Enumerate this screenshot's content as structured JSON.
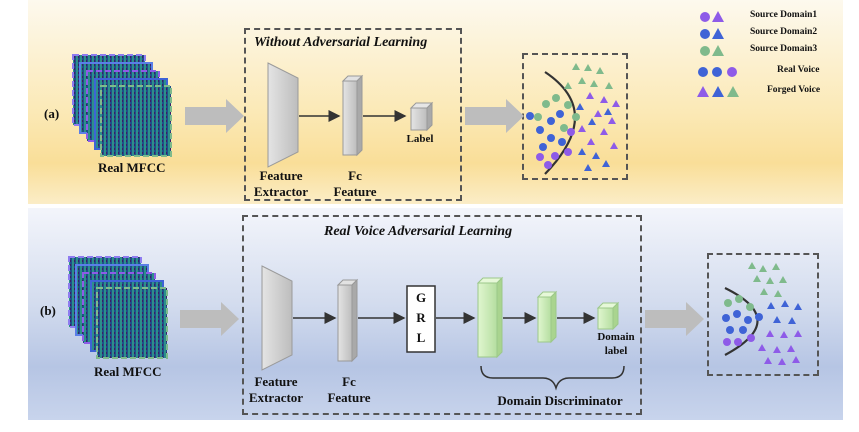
{
  "panel_a": {
    "tag": "(a)",
    "input_label": "Real MFCC",
    "box_title": "Without Adversarial Learning",
    "feature_extractor": [
      "Feature",
      "Extractor"
    ],
    "fc_feature": [
      "Fc",
      "Feature"
    ],
    "output_label": "Label"
  },
  "panel_b": {
    "tag": "(b)",
    "input_label": "Real MFCC",
    "box_title": "Real Voice Adversarial Learning",
    "feature_extractor": [
      "Feature",
      "Extractor"
    ],
    "fc_feature": [
      "Fc",
      "Feature"
    ],
    "grl": [
      "G",
      "R",
      "L"
    ],
    "output_label": [
      "Domain",
      "label"
    ],
    "brace_label": "Domain Discriminator"
  },
  "legend": [
    {
      "label": "Source Domain1",
      "color": "#8e5be8",
      "shapes": "circle-triangle"
    },
    {
      "label": "Source Domain2",
      "color": "#3f63d6",
      "shapes": "circle-triangle"
    },
    {
      "label": "Source Domain3",
      "color": "#7fba8c",
      "shapes": "circle-triangle"
    },
    {
      "label": "Real Voice",
      "colors": [
        "#3f63d6",
        "#3f63d6",
        "#8e5be8"
      ],
      "shapes": "circles"
    },
    {
      "label": "Forged Voice",
      "colors": [
        "#8e5be8",
        "#3f63d6",
        "#7fba8c"
      ],
      "shapes": "triangles"
    }
  ],
  "colors": {
    "purple": "#8e5be8",
    "blue": "#3f63d6",
    "green": "#7fba8c",
    "block_gray": "#cfcfcf",
    "block_green": "#c9edb4",
    "arrow_gray": "#bdbdbd"
  }
}
